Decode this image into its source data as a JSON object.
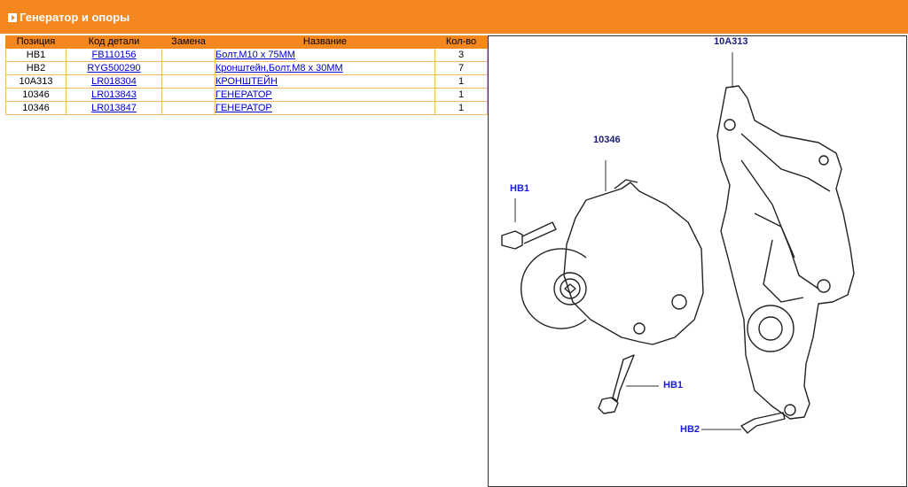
{
  "header": {
    "title": "Генератор и опоры",
    "icon": "arrow-right-icon"
  },
  "table": {
    "columns": [
      "Позиция",
      "Код детали",
      "Замена",
      "Название",
      "Кол-во"
    ],
    "rows": [
      {
        "pos": "HB1",
        "code": "FB110156",
        "replacement": "",
        "name": "Болт,M10 x 75MM",
        "qty": "3"
      },
      {
        "pos": "HB2",
        "code": "RYG500290",
        "replacement": "",
        "name": "Кронштейн,Болт,M8 x 30MM",
        "qty": "7"
      },
      {
        "pos": "10A313",
        "code": "LR018304",
        "replacement": "",
        "name": "КРОНШТЕЙН",
        "qty": "1"
      },
      {
        "pos": "10346",
        "code": "LR013843",
        "replacement": "",
        "name": "ГЕНЕРАТОР",
        "qty": "1"
      },
      {
        "pos": "10346",
        "code": "LR013847",
        "replacement": "",
        "name": "ГЕНЕРАТОР",
        "qty": "1"
      }
    ]
  },
  "diagram": {
    "labels": {
      "bracket": "10A313",
      "alternator": "10346",
      "bolt_top": "HB1",
      "bolt_bottom": "HB1",
      "bolt_small": "HB2"
    }
  },
  "colors": {
    "accent": "#f5871f",
    "link": "#0000cc"
  }
}
